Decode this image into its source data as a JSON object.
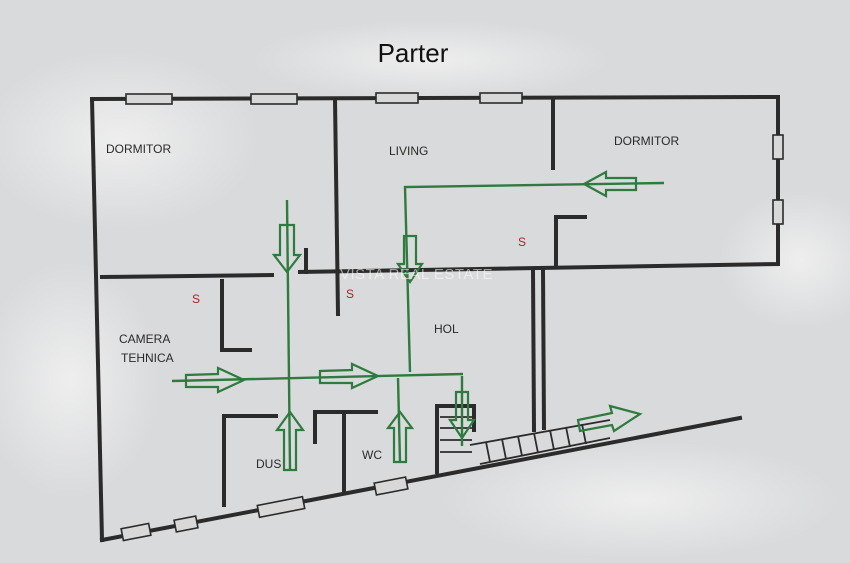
{
  "title": "Parter",
  "watermark": "VISTA REAL ESTATE",
  "rooms": {
    "dormitor_left": "DORMITOR",
    "living": "LIVING",
    "dormitor_right": "DORMITOR",
    "camera_line1": "CAMERA",
    "camera_line2": "TEHNICA",
    "hol": "HOL",
    "dus": "DUS",
    "wc": "WC"
  },
  "markers": {
    "s1": "S",
    "s2": "S",
    "s3": "S"
  },
  "colors": {
    "background": "#d9dadb",
    "walls": "#2b2b2b",
    "flow_arrows": "#2f7a3e",
    "stairs_marker": "#a0262a"
  }
}
